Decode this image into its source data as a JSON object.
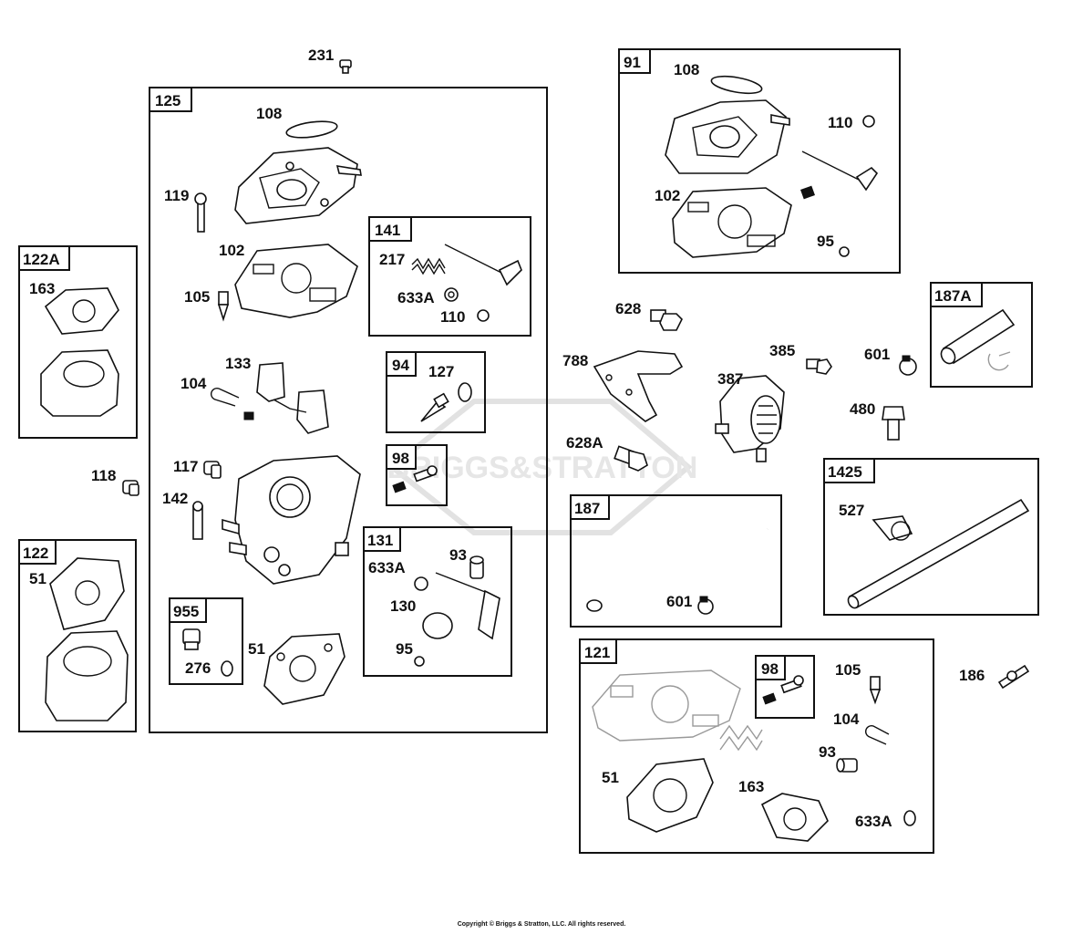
{
  "diagram": {
    "watermark": "BRIGGS&STRATTON",
    "copyright": "Copyright © Briggs & Stratton, LLC. All rights reserved.",
    "group_tags": {
      "g125": "125",
      "g122a": "122A",
      "g122": "122",
      "g141": "141",
      "g94": "94",
      "g98": "98",
      "g131": "131",
      "g955": "955",
      "g91": "91",
      "g187a": "187A",
      "g1425": "1425",
      "g187": "187",
      "g121": "121",
      "g98b": "98"
    },
    "callouts": {
      "c231": "231",
      "c108a": "108",
      "c119": "119",
      "c102a": "102",
      "c105a": "105",
      "c133": "133",
      "c104a": "104",
      "c117": "117",
      "c142": "142",
      "c217": "217",
      "c633a1": "633A",
      "c110a": "110",
      "c127": "127",
      "c93a": "93",
      "c633a2": "633A",
      "c130": "130",
      "c95a": "95",
      "c276": "276",
      "c51a": "51",
      "c163a": "163",
      "c118": "118",
      "c51b": "51",
      "c108b": "108",
      "c110b": "110",
      "c102b": "102",
      "c95b": "95",
      "c628": "628",
      "c788": "788",
      "c628a": "628A",
      "c385": "385",
      "c387": "387",
      "c601a": "601",
      "c480": "480",
      "c527": "527",
      "c601b": "601",
      "c105b": "105",
      "c104b": "104",
      "c93b": "93",
      "c51c": "51",
      "c163b": "163",
      "c633a3": "633A",
      "c186": "186"
    }
  }
}
